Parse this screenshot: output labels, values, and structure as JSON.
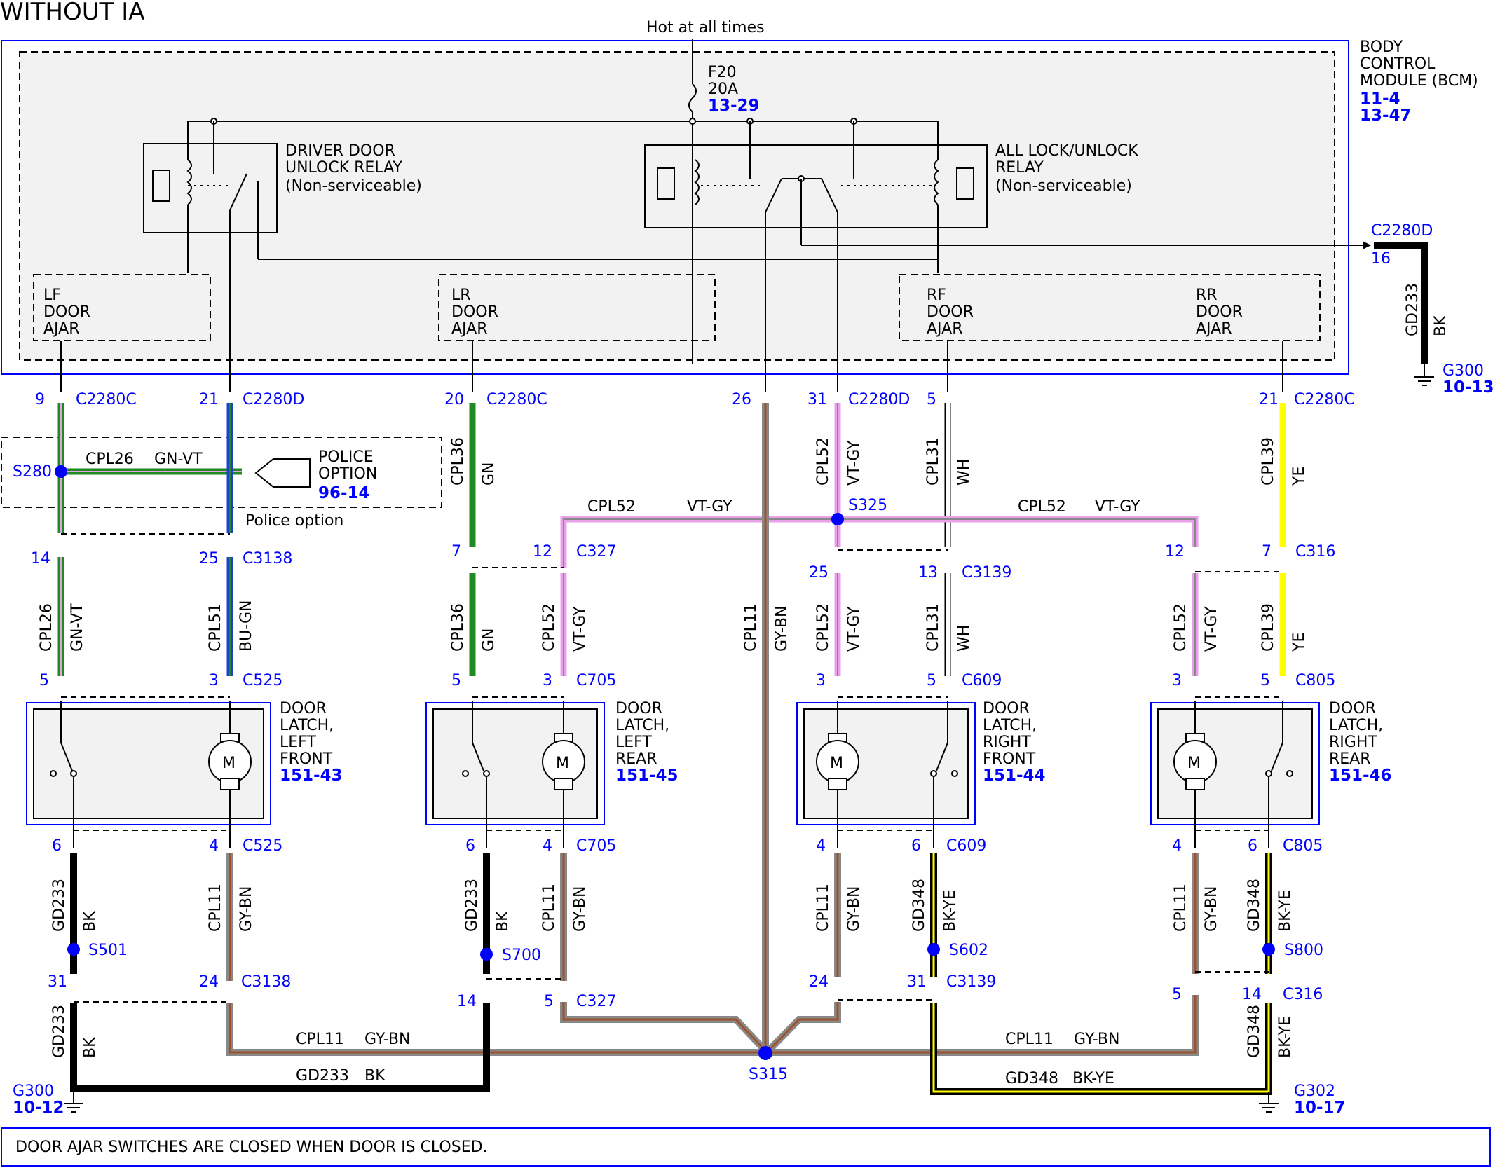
{
  "header": {
    "title": "WITHOUT IA",
    "hot_label": "Hot at all times"
  },
  "bcm": {
    "label_lines": [
      "BODY",
      "CONTROL",
      "MODULE (BCM)"
    ],
    "refs": [
      "11-4",
      "13-47"
    ]
  },
  "fuse": {
    "name": "F20",
    "rating": "20A",
    "ref": "13-29"
  },
  "relays": {
    "driver": [
      "DRIVER DOOR",
      "UNLOCK RELAY",
      "(Non-serviceable)"
    ],
    "all": [
      "ALL LOCK/UNLOCK",
      "RELAY",
      "(Non-serviceable)"
    ]
  },
  "ajar": {
    "lf": [
      "LF",
      "DOOR",
      "AJAR"
    ],
    "lr": [
      "LR",
      "DOOR",
      "AJAR"
    ],
    "rf": [
      "RF",
      "DOOR",
      "AJAR"
    ],
    "rr": [
      "RR",
      "DOOR",
      "AJAR"
    ]
  },
  "police": {
    "label_lines": [
      "POLICE",
      "OPTION"
    ],
    "ref": "96-14",
    "note": "Police option"
  },
  "bcm_pins": [
    {
      "pin": "9",
      "conn": "C2280C"
    },
    {
      "pin": "21",
      "conn": "C2280D"
    },
    {
      "pin": "20",
      "conn": "C2280C"
    },
    {
      "pin": "26",
      "conn": ""
    },
    {
      "pin": "31",
      "conn": "C2280D"
    },
    {
      "pin": "5",
      "conn": ""
    },
    {
      "pin": "21",
      "conn": "C2280C"
    },
    {
      "pin": "16",
      "conn": "C2280D"
    }
  ],
  "connectors": [
    {
      "pin": "14",
      "conn": ""
    },
    {
      "pin": "25",
      "conn": "C3138"
    },
    {
      "pin": "7",
      "conn": ""
    },
    {
      "pin": "12",
      "conn": "C327"
    },
    {
      "pin": "25",
      "conn": ""
    },
    {
      "pin": "13",
      "conn": "C3139"
    },
    {
      "pin": "12",
      "conn": ""
    },
    {
      "pin": "7",
      "conn": "C316"
    },
    {
      "pin": "5",
      "conn": ""
    },
    {
      "pin": "3",
      "conn": "C525"
    },
    {
      "pin": "5",
      "conn": ""
    },
    {
      "pin": "3",
      "conn": "C705"
    },
    {
      "pin": "3",
      "conn": ""
    },
    {
      "pin": "5",
      "conn": "C609"
    },
    {
      "pin": "3",
      "conn": ""
    },
    {
      "pin": "5",
      "conn": "C805"
    },
    {
      "pin": "6",
      "conn": ""
    },
    {
      "pin": "4",
      "conn": "C525"
    },
    {
      "pin": "6",
      "conn": ""
    },
    {
      "pin": "4",
      "conn": "C705"
    },
    {
      "pin": "4",
      "conn": ""
    },
    {
      "pin": "6",
      "conn": "C609"
    },
    {
      "pin": "4",
      "conn": ""
    },
    {
      "pin": "6",
      "conn": "C805"
    },
    {
      "pin": "31",
      "conn": ""
    },
    {
      "pin": "24",
      "conn": "C3138"
    },
    {
      "pin": "14",
      "conn": ""
    },
    {
      "pin": "5",
      "conn": "C327"
    },
    {
      "pin": "24",
      "conn": ""
    },
    {
      "pin": "31",
      "conn": "C3139"
    },
    {
      "pin": "5",
      "conn": ""
    },
    {
      "pin": "14",
      "conn": "C316"
    }
  ],
  "wires": [
    {
      "circuit": "CPL26",
      "color": "GN-VT"
    },
    {
      "circuit": "CPL51",
      "color": "BU-GN"
    },
    {
      "circuit": "CPL36",
      "color": "GN"
    },
    {
      "circuit": "CPL52",
      "color": "VT-GY"
    },
    {
      "circuit": "CPL11",
      "color": "GY-BN"
    },
    {
      "circuit": "CPL31",
      "color": "WH"
    },
    {
      "circuit": "CPL39",
      "color": "YE"
    },
    {
      "circuit": "GD233",
      "color": "BK"
    },
    {
      "circuit": "GD348",
      "color": "BK-YE"
    }
  ],
  "splices": [
    "S280",
    "S325",
    "S501",
    "S700",
    "S602",
    "S800",
    "S315"
  ],
  "latches": [
    {
      "lines": [
        "DOOR",
        "LATCH,",
        "LEFT",
        "FRONT"
      ],
      "ref": "151-43"
    },
    {
      "lines": [
        "DOOR",
        "LATCH,",
        "LEFT",
        "REAR"
      ],
      "ref": "151-45"
    },
    {
      "lines": [
        "DOOR",
        "LATCH,",
        "RIGHT",
        "FRONT"
      ],
      "ref": "151-44"
    },
    {
      "lines": [
        "DOOR",
        "LATCH,",
        "RIGHT",
        "REAR"
      ],
      "ref": "151-46"
    }
  ],
  "motor_label": "M",
  "grounds": [
    {
      "name": "G300",
      "ref": "10-13"
    },
    {
      "name": "G300",
      "ref": "10-12"
    },
    {
      "name": "G302",
      "ref": "10-17"
    }
  ],
  "footer_note": "DOOR AJAR SWITCHES ARE CLOSED WHEN DOOR IS CLOSED.",
  "colors": {
    "module_border": "#0000ff",
    "module_fill": "#f2f2f2",
    "pin_text": "#0000ff",
    "GN": "#1f8a1f",
    "BU": "#1f3fd0",
    "VT": "#e8a0e8",
    "GY": "#888888",
    "BN": "#a0522d",
    "WH": "#ffffff",
    "YE": "#ffff00",
    "BK": "#000000"
  }
}
